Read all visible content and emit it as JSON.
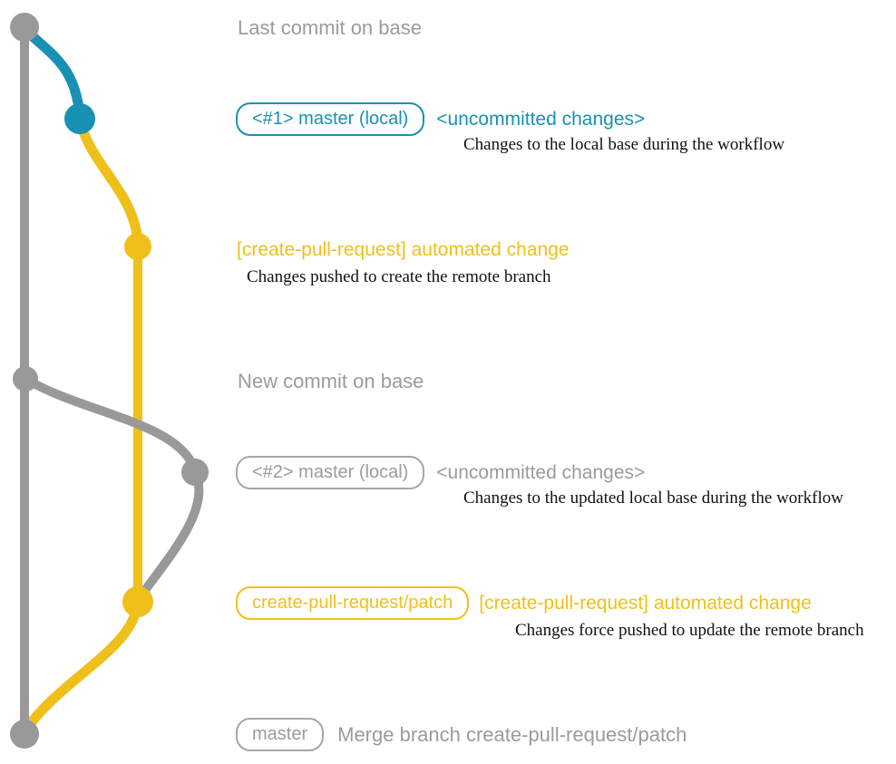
{
  "colors": {
    "gray": "#999999",
    "blue": "#1991b4",
    "yellow": "#f0c01a",
    "description_text": "#111111",
    "background": "#ffffff"
  },
  "graph": {
    "branches": [
      {
        "name": "base",
        "color": "#999999"
      },
      {
        "name": "master (local)",
        "color": "#1991b4"
      },
      {
        "name": "create-pull-request/patch",
        "color": "#f0c01a"
      }
    ],
    "commit_count": 7
  },
  "annotations": {
    "row1": {
      "heading": "Last commit on base"
    },
    "row2": {
      "badge": "<#1> master (local)",
      "note": "<uncommitted changes>",
      "description": "Changes to the local base during the workflow"
    },
    "row3": {
      "title": "[create-pull-request] automated change",
      "description": "Changes pushed to create the remote branch"
    },
    "row4": {
      "heading": "New commit on base"
    },
    "row5": {
      "badge": "<#2> master (local)",
      "note": "<uncommitted changes>",
      "description": "Changes to the updated local base during the workflow"
    },
    "row6": {
      "badge": "create-pull-request/patch",
      "title": "[create-pull-request] automated change",
      "description": "Changes force pushed to update the remote branch"
    },
    "row7": {
      "badge": "master",
      "heading": "Merge branch create-pull-request/patch"
    }
  }
}
